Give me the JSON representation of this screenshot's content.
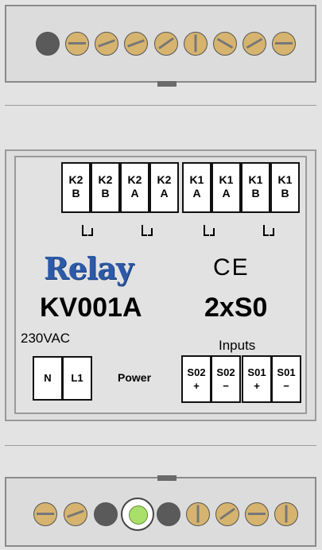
{
  "relay_outputs": [
    {
      "line1": "K2",
      "line2": "B"
    },
    {
      "line1": "K2",
      "line2": "B"
    },
    {
      "line1": "K2",
      "line2": "A"
    },
    {
      "line1": "K2",
      "line2": "A"
    },
    {
      "line1": "K1",
      "line2": "A"
    },
    {
      "line1": "K1",
      "line2": "A"
    },
    {
      "line1": "K1",
      "line2": "B"
    },
    {
      "line1": "K1",
      "line2": "B"
    }
  ],
  "brand": "Relay",
  "ce_mark": "CE",
  "model": "KV001A",
  "channels": "2xS0",
  "voltage": "230VAC",
  "inputs_label": "Inputs",
  "power_label": "Power",
  "power_terminals": [
    "N",
    "L1"
  ],
  "input_terminals": [
    {
      "line1": "S02",
      "line2": "+"
    },
    {
      "line1": "S02",
      "line2": "−"
    },
    {
      "line1": "S01",
      "line2": "+"
    },
    {
      "line1": "S01",
      "line2": "−"
    }
  ],
  "colors": {
    "logo_blue": "#2d5aa8",
    "screw_brass": "#d6b46f",
    "led_green": "#a8e06a",
    "housing_gray": "#e3e3e3"
  },
  "led_state": "on"
}
